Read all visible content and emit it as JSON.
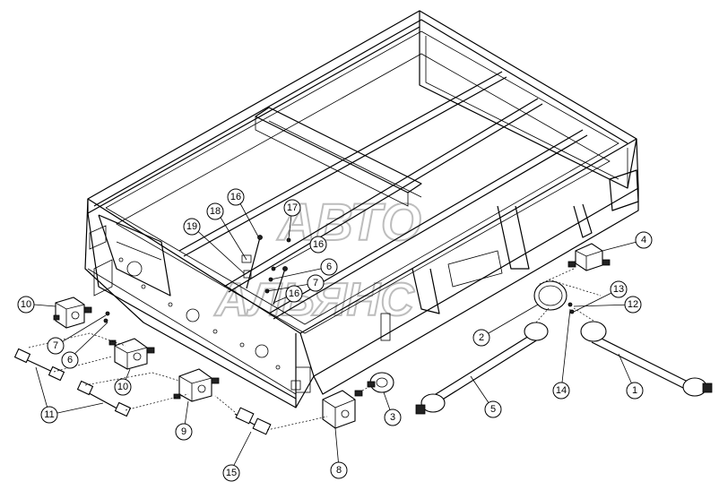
{
  "watermark": {
    "line1": "АВТО",
    "line2": "АЛЬЯНС"
  },
  "callouts": [
    {
      "id": "c10a",
      "label": "10"
    },
    {
      "id": "c7a",
      "label": "7"
    },
    {
      "id": "c6a",
      "label": "6"
    },
    {
      "id": "c10b",
      "label": "10"
    },
    {
      "id": "c11",
      "label": "11"
    },
    {
      "id": "c9",
      "label": "9"
    },
    {
      "id": "c15a",
      "label": "15"
    },
    {
      "id": "c8",
      "label": "8"
    },
    {
      "id": "c3",
      "label": "3"
    },
    {
      "id": "c5",
      "label": "5"
    },
    {
      "id": "c2",
      "label": "2"
    },
    {
      "id": "c14",
      "label": "14"
    },
    {
      "id": "c1",
      "label": "1"
    },
    {
      "id": "c12",
      "label": "12"
    },
    {
      "id": "c13",
      "label": "13"
    },
    {
      "id": "c4",
      "label": "4"
    },
    {
      "id": "c16a",
      "label": "16"
    },
    {
      "id": "c18",
      "label": "18"
    },
    {
      "id": "c19",
      "label": "19"
    },
    {
      "id": "c17",
      "label": "17"
    },
    {
      "id": "c16b",
      "label": "16"
    },
    {
      "id": "c6b",
      "label": "6"
    },
    {
      "id": "c7b",
      "label": "7"
    },
    {
      "id": "c16c",
      "label": "16"
    }
  ]
}
